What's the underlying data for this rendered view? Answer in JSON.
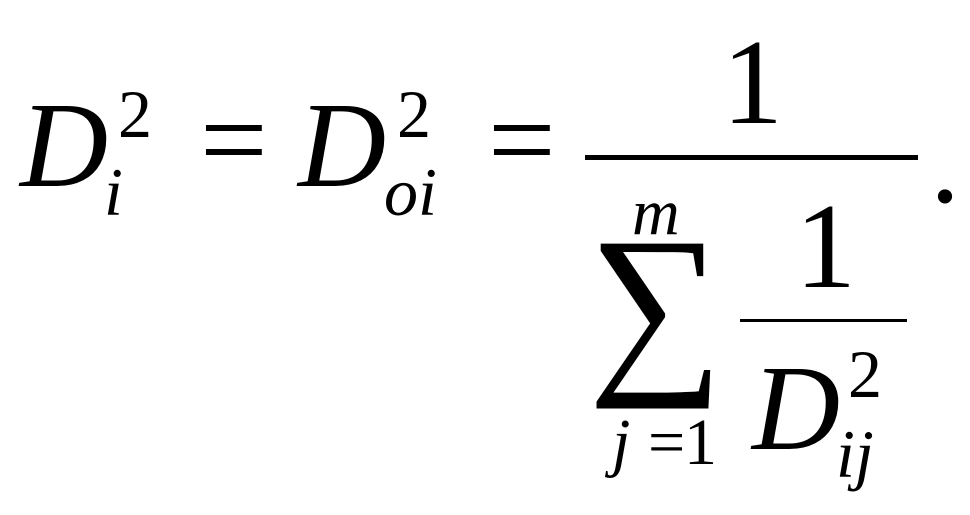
{
  "equation": {
    "lhs": {
      "base": "D",
      "superscript": "2",
      "subscript": "i"
    },
    "equals_1": "=",
    "middle": {
      "base": "D",
      "superscript": "2",
      "subscript": "oi"
    },
    "equals_2": "=",
    "fraction": {
      "numerator": "1",
      "denominator": {
        "sum_symbol": "∑",
        "sum_upper": "m",
        "sum_lower_var": "j",
        "sum_lower_eq": "=",
        "sum_lower_val": "1",
        "inner_fraction": {
          "numerator": "1",
          "denominator": {
            "base": "D",
            "superscript": "2",
            "subscript": "ij"
          }
        }
      }
    },
    "terminal": "."
  }
}
